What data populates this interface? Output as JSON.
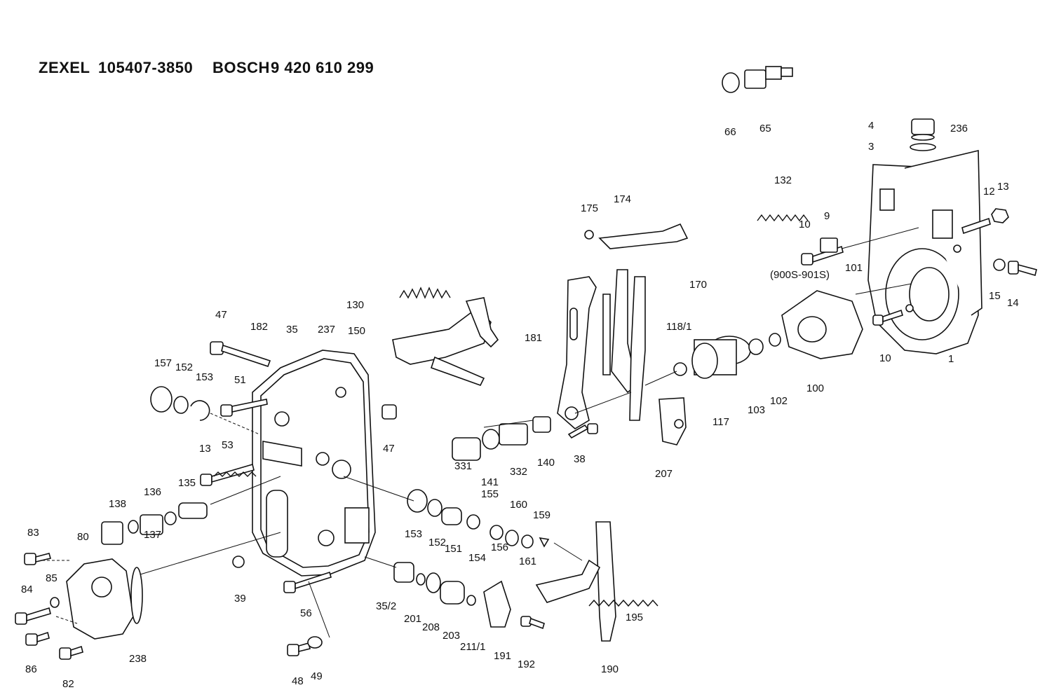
{
  "header": {
    "brand_1": "ZEXEL",
    "number_1": "105407-3850",
    "brand_2": "BOSCH",
    "number_2": "9 420 610 299"
  },
  "labels": [
    "66",
    "65",
    "4",
    "3",
    "236",
    "132",
    "10",
    "9",
    "12",
    "13",
    "(900S-901S)",
    "101",
    "15",
    "14",
    "175",
    "174",
    "170",
    "130",
    "150",
    "181",
    "118/1",
    "10",
    "1",
    "100",
    "102",
    "103",
    "117",
    "47",
    "182",
    "35",
    "237",
    "157",
    "152",
    "153",
    "51",
    "47",
    "207",
    "38",
    "140",
    "332",
    "141",
    "331",
    "13",
    "53",
    "135",
    "136",
    "138",
    "137",
    "155",
    "160",
    "159",
    "153",
    "152",
    "151",
    "154",
    "156",
    "161",
    "83",
    "80",
    "85",
    "84",
    "86",
    "82",
    "238",
    "39",
    "56",
    "35/2",
    "201",
    "208",
    "203",
    "211/1",
    "191",
    "192",
    "195",
    "190",
    "48",
    "49"
  ]
}
